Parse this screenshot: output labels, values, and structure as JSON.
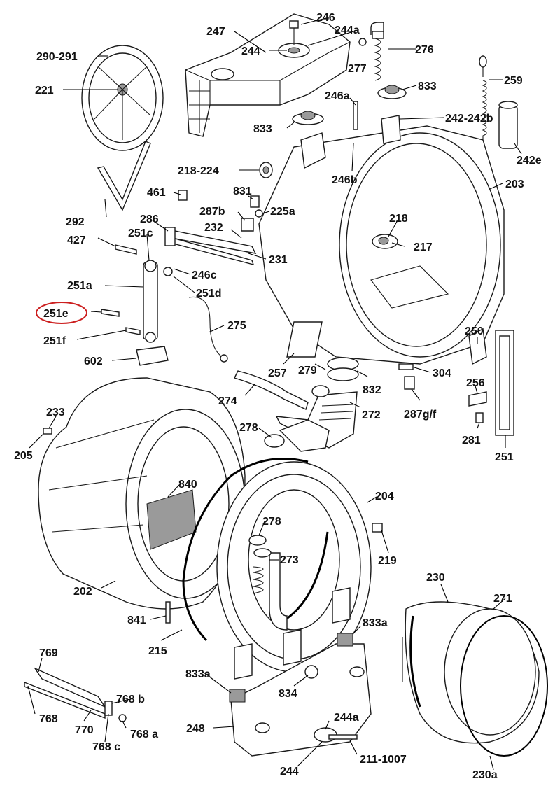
{
  "labels": {
    "l247": "247",
    "l246": "246",
    "l244a_top": "244a",
    "l244_top": "244",
    "l276": "276",
    "l277": "277",
    "l290": "290-291",
    "l221": "221",
    "l833_top": "833",
    "l259": "259",
    "l246a": "246a",
    "l833_mid": "833",
    "l242": "242-242b",
    "l242e": "242e",
    "l218_224": "218-224",
    "l246b": "246b",
    "l203": "203",
    "l461": "461",
    "l831": "831",
    "l287b": "287b",
    "l225a": "225a",
    "l292": "292",
    "l286": "286",
    "l232": "232",
    "l218": "218",
    "l427": "427",
    "l251c": "251c",
    "l217": "217",
    "l231": "231",
    "l246c": "246c",
    "l251a": "251a",
    "l251d": "251d",
    "l251e": "251e",
    "l275": "275",
    "l250": "250",
    "l251f": "251f",
    "l602": "602",
    "l257": "257",
    "l279": "279",
    "l304": "304",
    "l256": "256",
    "l832": "832",
    "l274": "274",
    "l272": "272",
    "l287gf": "287g/f",
    "l233": "233",
    "l278_top": "278",
    "l281": "281",
    "l251": "251",
    "l205": "205",
    "l840": "840",
    "l204": "204",
    "l278_mid": "278",
    "l273": "273",
    "l219": "219",
    "l230": "230",
    "l271": "271",
    "l202": "202",
    "l841": "841",
    "l833a_right": "833a",
    "l215": "215",
    "l769": "769",
    "l833a_left": "833a",
    "l834": "834",
    "l768b": "768 b",
    "l768": "768",
    "l770": "770",
    "l768a": "768 a",
    "l248": "248",
    "l244a_bot": "244a",
    "l768c": "768 c",
    "l211": "211-1007",
    "l244_bot": "244",
    "l230a": "230a"
  },
  "highlight": {
    "label": "251e",
    "color": "#cc1f1f"
  }
}
